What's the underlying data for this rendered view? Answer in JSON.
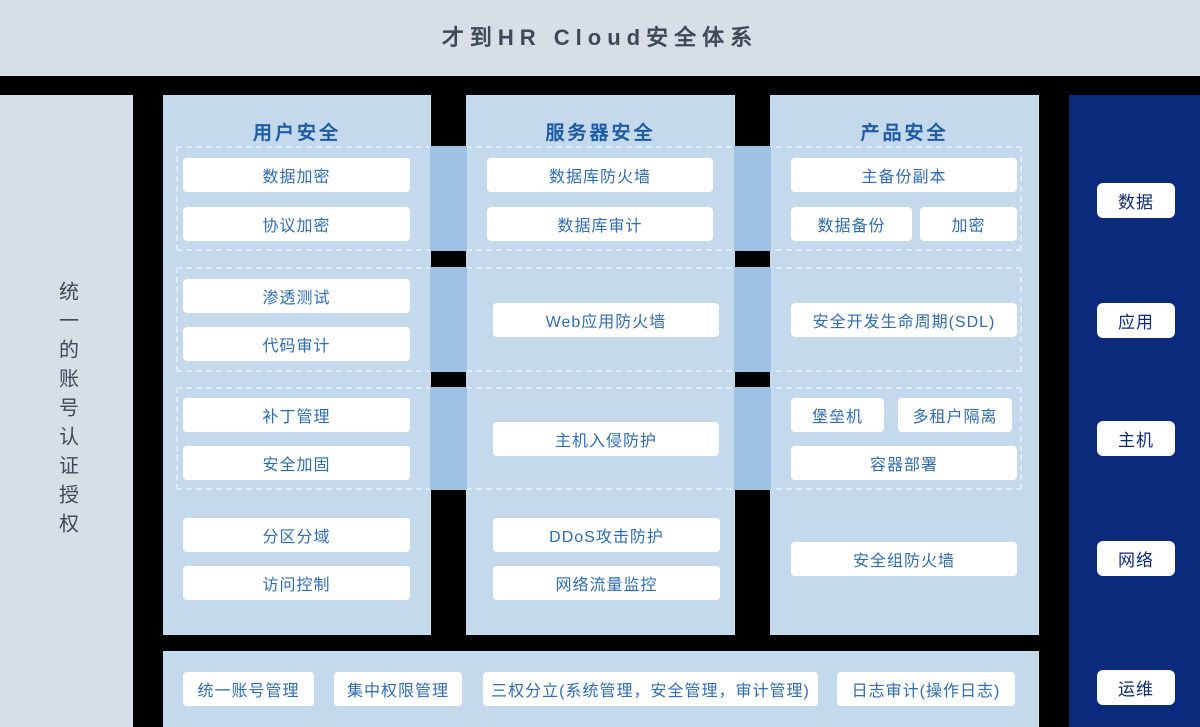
{
  "title": "才到HR Cloud安全体系",
  "left_sidebar": {
    "label": "统一的账号认证授权"
  },
  "columns": [
    {
      "header": "用户安全",
      "buttons": [
        "数据加密",
        "协议加密",
        "渗透测试",
        "代码审计",
        "补丁管理",
        "安全加固",
        "分区分域",
        "访问控制"
      ]
    },
    {
      "header": "服务器安全",
      "buttons": [
        "数据库防火墙",
        "数据库审计",
        "Web应用防火墙",
        "主机入侵防护",
        "DDoS攻击防护",
        "网络流量监控"
      ]
    },
    {
      "header": "产品安全",
      "buttons": [
        "主备份副本",
        "数据备份",
        "加密",
        "安全开发生命周期(SDL)",
        "堡垒机",
        "多租户隔离",
        "容器部署",
        "安全组防火墙"
      ]
    }
  ],
  "right_sidebar": {
    "items": [
      "数据",
      "应用",
      "主机",
      "网络",
      "运维"
    ]
  },
  "bottom_bar": {
    "items": [
      "统一账号管理",
      "集中权限管理",
      "三权分立(系统管理，安全管理，审计管理)",
      "日志审计(操作日志)"
    ]
  },
  "colors": {
    "title_bar_bg": "#d7dee6",
    "canvas_bg": "#000000",
    "column_bg": "#c5d9ec",
    "bridge_bg": "#9dc2e3",
    "dashed_border": "#dfebf7",
    "box_text": "#2e6cb4",
    "column_header_text": "#1c5ba5",
    "navy_rail_bg": "#0b2a7b",
    "navy_chip_text": "#0c2a78",
    "title_text": "#3e4857"
  }
}
